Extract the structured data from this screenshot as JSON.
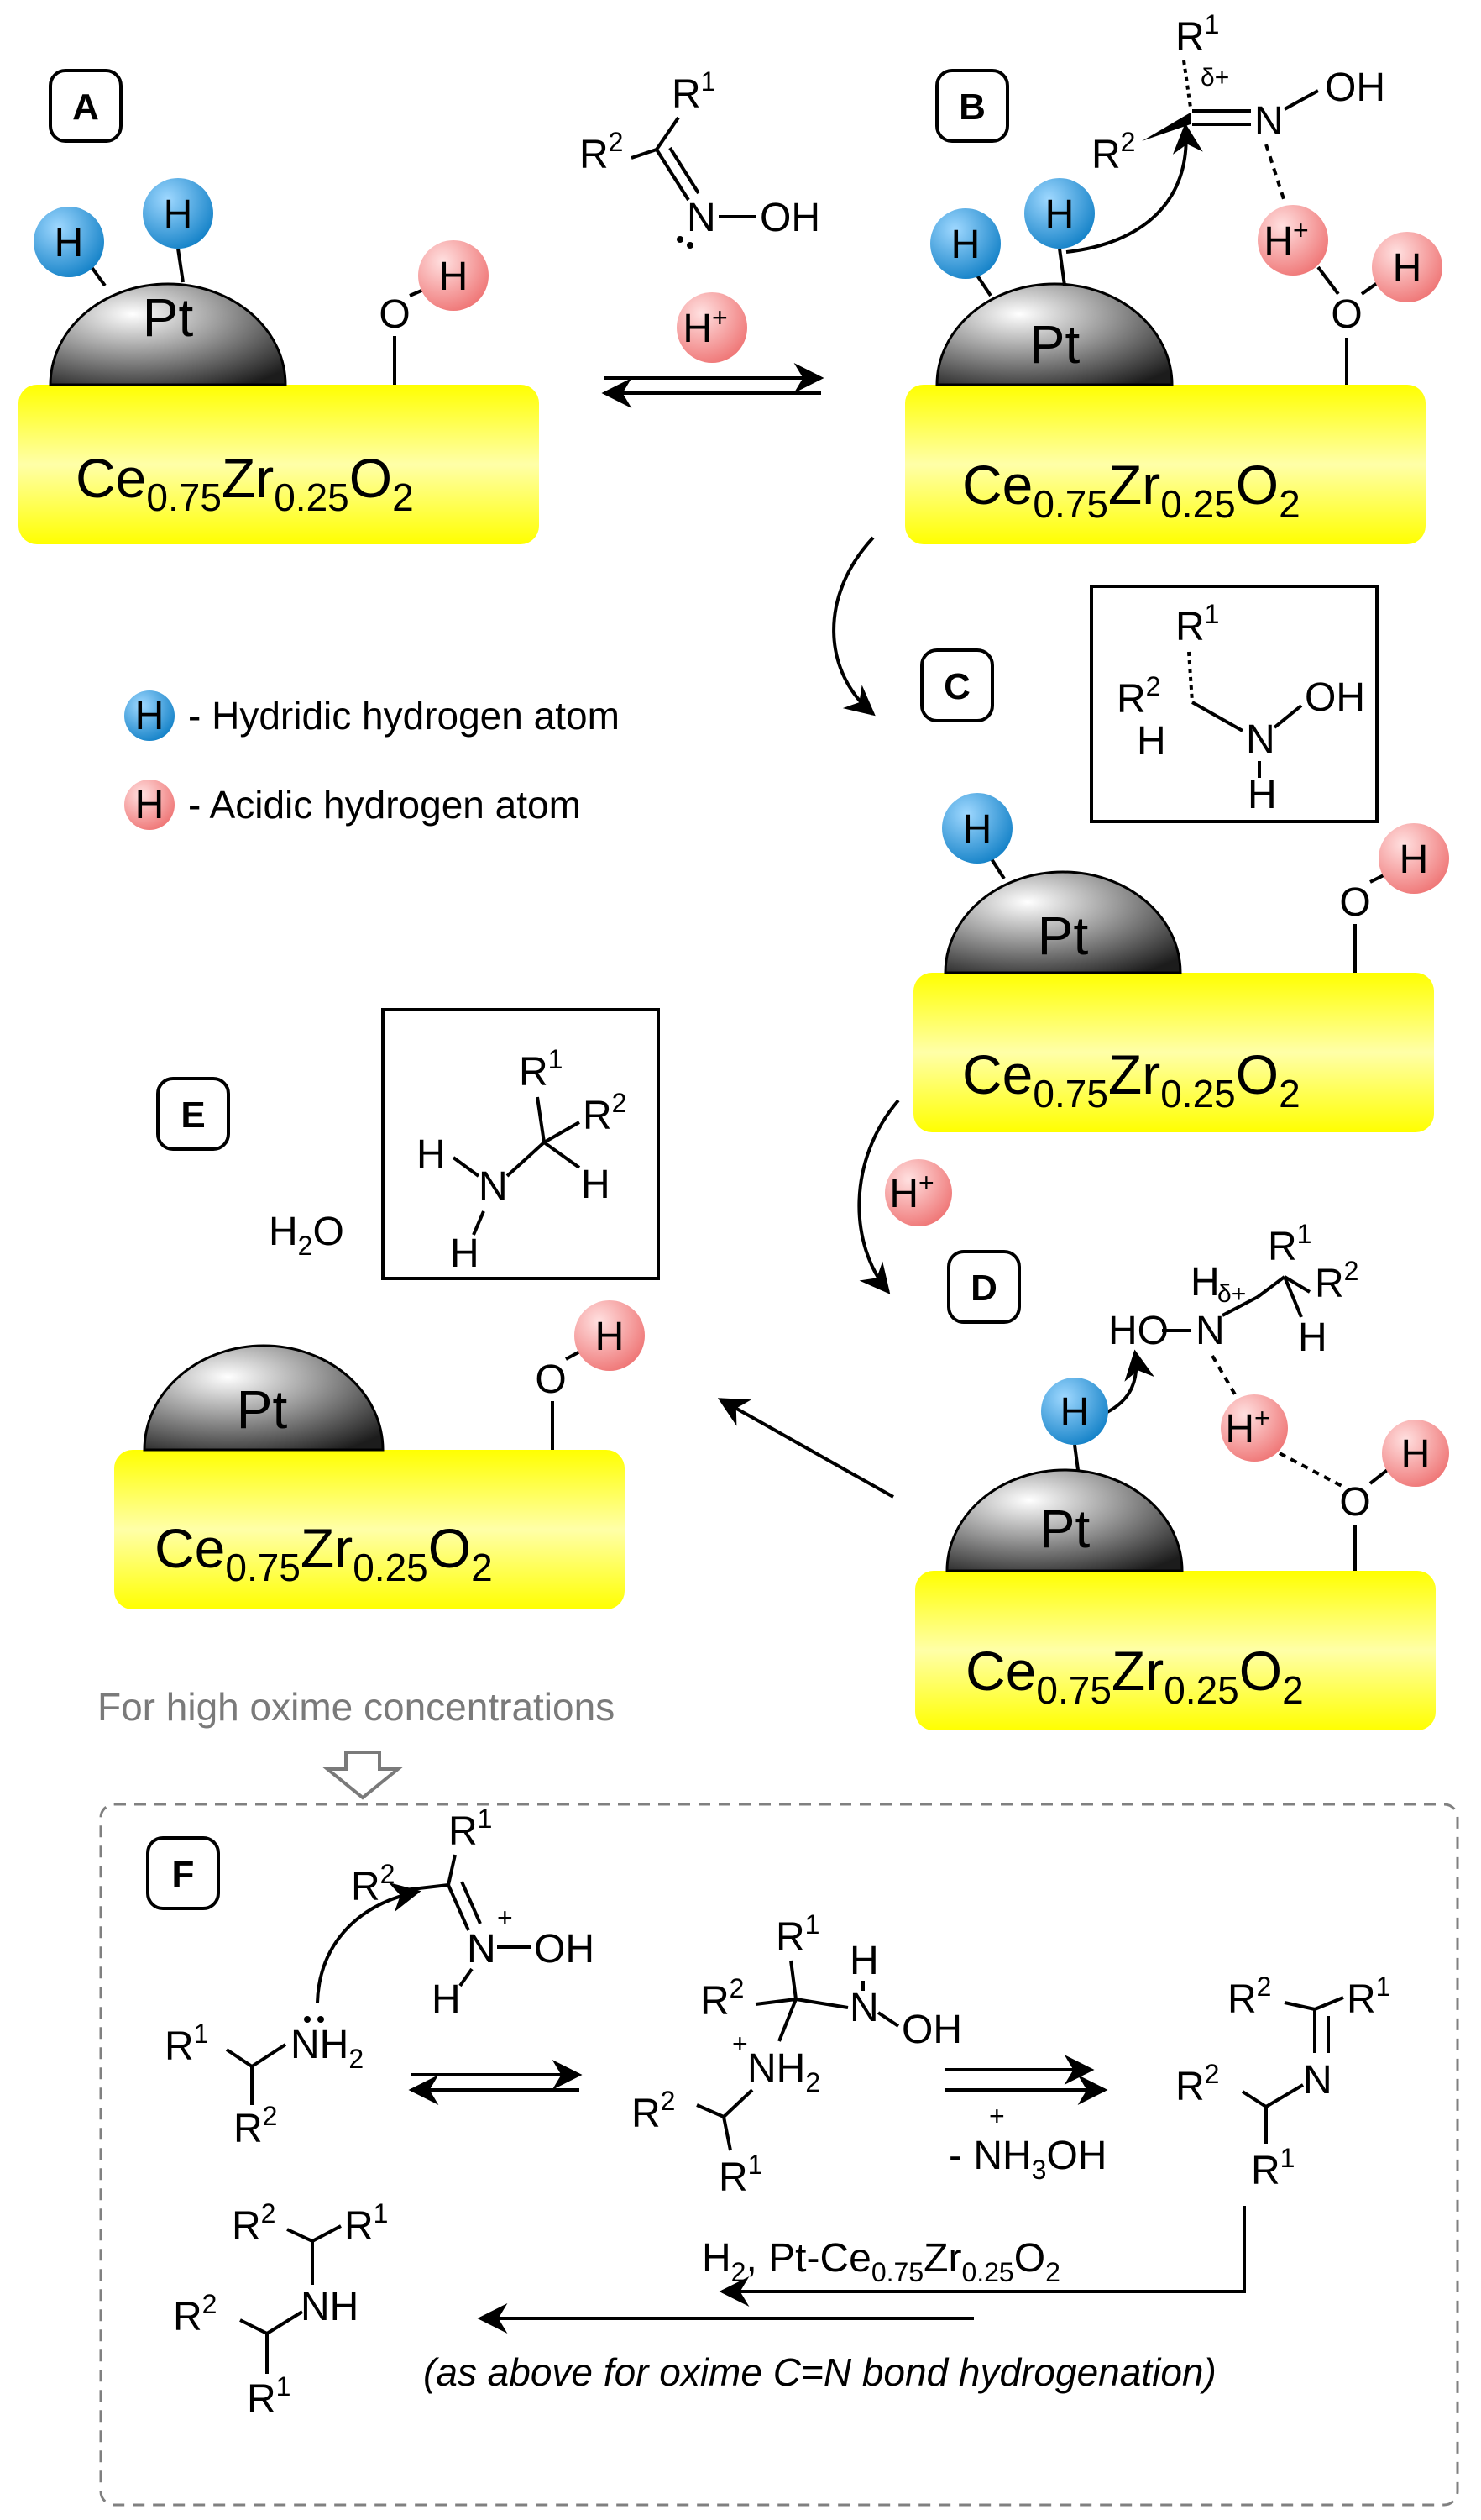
{
  "colors": {
    "support_yellow": "#ffff00",
    "hydridic_blue": "#1a8fd8",
    "acidic_red": "#f08080",
    "pt_gray": "#3a3a3a"
  },
  "panel_labels": {
    "A": "A",
    "B": "B",
    "C": "C",
    "D": "D",
    "E": "E",
    "F": "F"
  },
  "support": {
    "ce": "Ce",
    "ce_sub": "0.75",
    "zr": "Zr",
    "zr_sub": "0.25",
    "o": "O",
    "o_sub": "2"
  },
  "metal": "Pt",
  "atoms": {
    "H": "H",
    "O": "O",
    "N": "N",
    "OH": "OH",
    "HO": "HO",
    "NH": "NH",
    "NH2": "NH",
    "two": "2",
    "R": "R",
    "one": "1",
    "plus": "+",
    "delta": "δ+"
  },
  "reagent_proton": {
    "H": "H",
    "plus": "+"
  },
  "legend": {
    "hydridic": "- Hydridic hydrogen atom",
    "acidic": "- Acidic hydrogen atom"
  },
  "water": {
    "H": "H",
    "two": "2",
    "O": "O"
  },
  "note_high_oxime": "For high oxime concentrations",
  "panel_f": {
    "minus_nh3oh": "- NH",
    "nh3_sub": "3",
    "oh": "OH",
    "condition_h2": "H",
    "condition_rest": ", Pt-Ce",
    "condition_text_italic": "(as above for oxime C=N bond hydrogenation)"
  }
}
